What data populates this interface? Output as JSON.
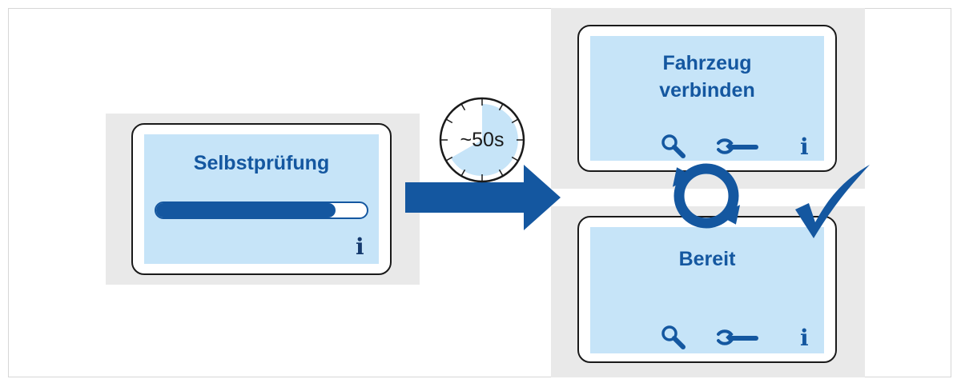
{
  "left_device": {
    "title": "Selbstprüfung",
    "progress": 0.85,
    "info_icon": "info-icon"
  },
  "timer": {
    "label": "~50s",
    "icon": "stopwatch-icon"
  },
  "top_right_device": {
    "title_line1": "Fahrzeug",
    "title_line2": "verbinden",
    "icons": [
      "search-icon",
      "wrench-icon",
      "info-icon"
    ]
  },
  "bottom_right_device": {
    "title": "Bereit",
    "icons": [
      "search-icon",
      "wrench-icon",
      "info-icon"
    ]
  },
  "connectors": {
    "arrow": "arrow-right-icon",
    "cycle": "cycle-arrows-icon",
    "check": "checkmark-icon"
  },
  "colors": {
    "brand_blue": "#1457a0",
    "screen_blue": "#c6e4f8",
    "panel_gray": "#e9e9e9",
    "timer_fill": "#c6e4f8"
  },
  "glyphs": {
    "info": "i"
  }
}
